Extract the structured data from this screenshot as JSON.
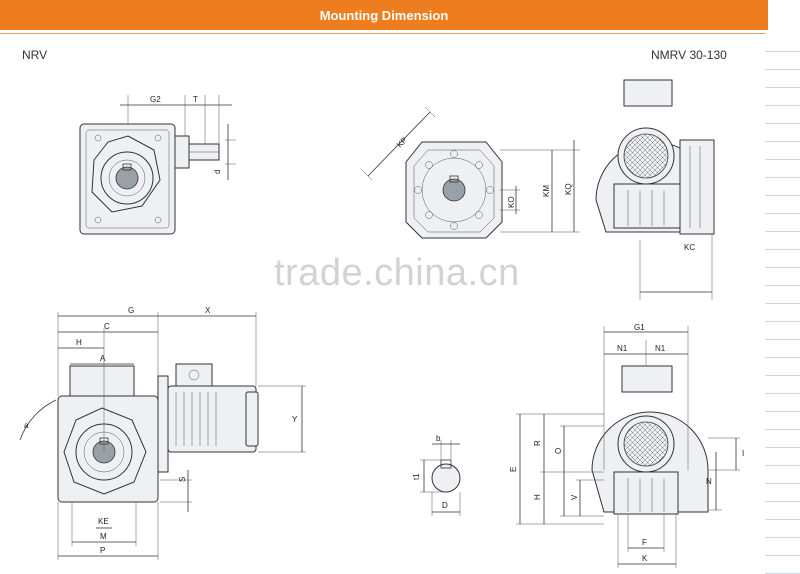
{
  "header": {
    "title": "Mounting Dimension",
    "color": "#ed7d1e"
  },
  "models": {
    "left": "NRV",
    "right": "NMRV 30-130"
  },
  "watermark": "trade.china.cn",
  "labels": {
    "g2": "G2",
    "t": "T",
    "d": "d",
    "kp": "KP",
    "ko": "KO",
    "km": "KM",
    "kq": "KQ",
    "kc": "KC",
    "c": "C",
    "g": "G",
    "x": "X",
    "h": "H",
    "a_upper": "A",
    "a_lower": "a",
    "y": "Y",
    "s": "S",
    "ke": "KE",
    "m": "M",
    "p": "P",
    "b": "b",
    "t1": "t1",
    "dkey": "D",
    "g1": "G1",
    "n1_left": "N1",
    "n1_right": "N1",
    "r": "R",
    "e": "E",
    "h_right": "H",
    "o": "O",
    "v": "V",
    "f": "F",
    "k": "K",
    "n": "N",
    "i": "I"
  }
}
